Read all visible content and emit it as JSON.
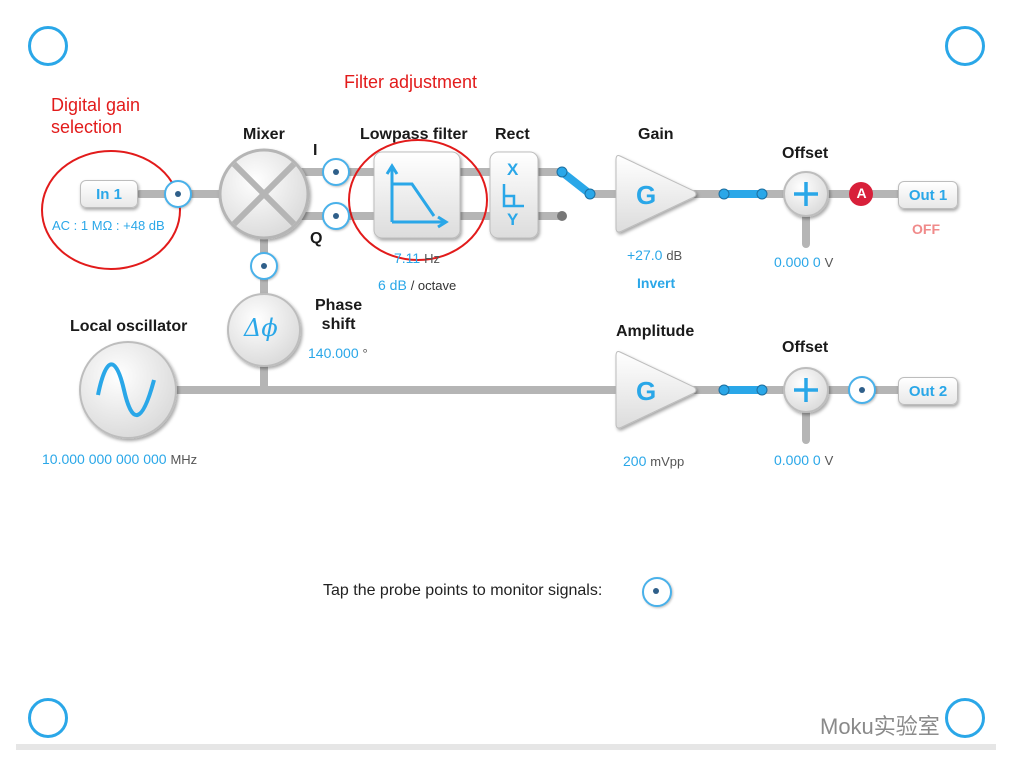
{
  "annotations": {
    "digital_gain": "Digital gain\nselection",
    "filter_adjustment": "Filter adjustment"
  },
  "input": {
    "label": "In 1",
    "settings": "AC : 1 MΩ : +48 dB"
  },
  "mixer": {
    "label": "Mixer",
    "i_label": "I",
    "q_label": "Q"
  },
  "lowpass": {
    "label": "Lowpass filter",
    "cutoff_value": "7.11",
    "cutoff_unit": "Hz",
    "slope_value": "6 dB",
    "slope_unit": "/ octave"
  },
  "rect": {
    "label": "Rect",
    "x": "X",
    "y": "Y"
  },
  "gain": {
    "label": "Gain",
    "symbol": "G",
    "value": "+27.0",
    "unit": "dB",
    "invert": "Invert"
  },
  "offset1": {
    "label": "Offset",
    "value": "0.000 0",
    "unit": "V"
  },
  "output1": {
    "label": "Out 1",
    "state": "OFF",
    "marker": "A"
  },
  "phase": {
    "label": "Phase\nshift",
    "symbol": "Δϕ",
    "value": "140.000",
    "unit": "°"
  },
  "oscillator": {
    "label": "Local oscillator",
    "value": "10.000 000 000 000",
    "unit": "MHz"
  },
  "amplitude": {
    "label": "Amplitude",
    "symbol": "G",
    "value": "200",
    "unit": "mVpp"
  },
  "offset2": {
    "label": "Offset",
    "value": "0.000 0",
    "unit": "V"
  },
  "output2": {
    "label": "Out 2"
  },
  "hint": {
    "text": "Tap the probe points to monitor signals:"
  },
  "watermark": {
    "text": "Moku实验室"
  },
  "colors": {
    "accent": "#2aa7e8",
    "wire": "#b5b5b5",
    "annotation": "#e21b1b",
    "marker": "#d8203a",
    "off": "#f08a8a"
  }
}
